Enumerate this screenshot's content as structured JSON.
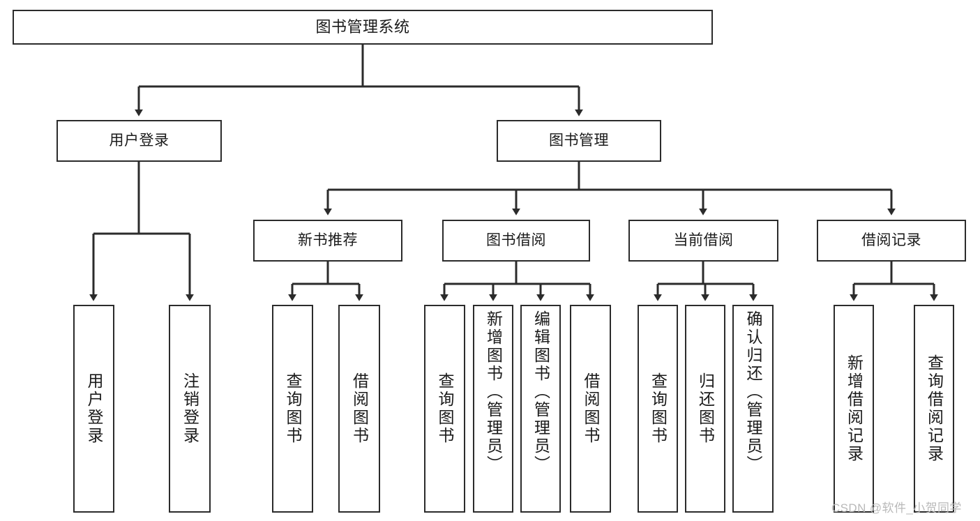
{
  "diagram": {
    "title": "图书管理系统",
    "type": "tree-hierarchy",
    "watermark": "CSDN @软件_小贺同学",
    "colors": {
      "stroke": "#2b2b2b",
      "fill": "#ffffff",
      "text": "#1a1a1a",
      "watermark": "#b9b9b9"
    },
    "root": {
      "label": "图书管理系统"
    },
    "level1": [
      {
        "id": "user-login",
        "label": "用户登录"
      },
      {
        "id": "book-manage",
        "label": "图书管理"
      }
    ],
    "level2": [
      {
        "id": "new-book-rec",
        "label": "新书推荐"
      },
      {
        "id": "book-borrow",
        "label": "图书借阅"
      },
      {
        "id": "current-borrow",
        "label": "当前借阅"
      },
      {
        "id": "borrow-record",
        "label": "借阅记录"
      }
    ],
    "leaves": [
      {
        "id": "leaf-user-login",
        "label": "用户登录",
        "parent": "user-login"
      },
      {
        "id": "leaf-logout",
        "label": "注销登录",
        "parent": "user-login"
      },
      {
        "id": "leaf-query-book-1",
        "label": "查询图书",
        "parent": "new-book-rec"
      },
      {
        "id": "leaf-borrow-book-1",
        "label": "借阅图书",
        "parent": "new-book-rec"
      },
      {
        "id": "leaf-query-book-2",
        "label": "查询图书",
        "parent": "book-borrow"
      },
      {
        "id": "leaf-add-book",
        "label": "新增图书（管理员）",
        "parent": "book-borrow"
      },
      {
        "id": "leaf-edit-book",
        "label": "编辑图书（管理员）",
        "parent": "book-borrow"
      },
      {
        "id": "leaf-borrow-book-2",
        "label": "借阅图书",
        "parent": "book-borrow"
      },
      {
        "id": "leaf-query-book-3",
        "label": "查询图书",
        "parent": "current-borrow"
      },
      {
        "id": "leaf-return-book",
        "label": "归还图书",
        "parent": "current-borrow"
      },
      {
        "id": "leaf-confirm-return",
        "label": "确认归还（管理员）",
        "parent": "current-borrow"
      },
      {
        "id": "leaf-add-record",
        "label": "新增借阅记录",
        "parent": "borrow-record"
      },
      {
        "id": "leaf-query-record",
        "label": "查询借阅记录",
        "parent": "borrow-record"
      }
    ]
  }
}
